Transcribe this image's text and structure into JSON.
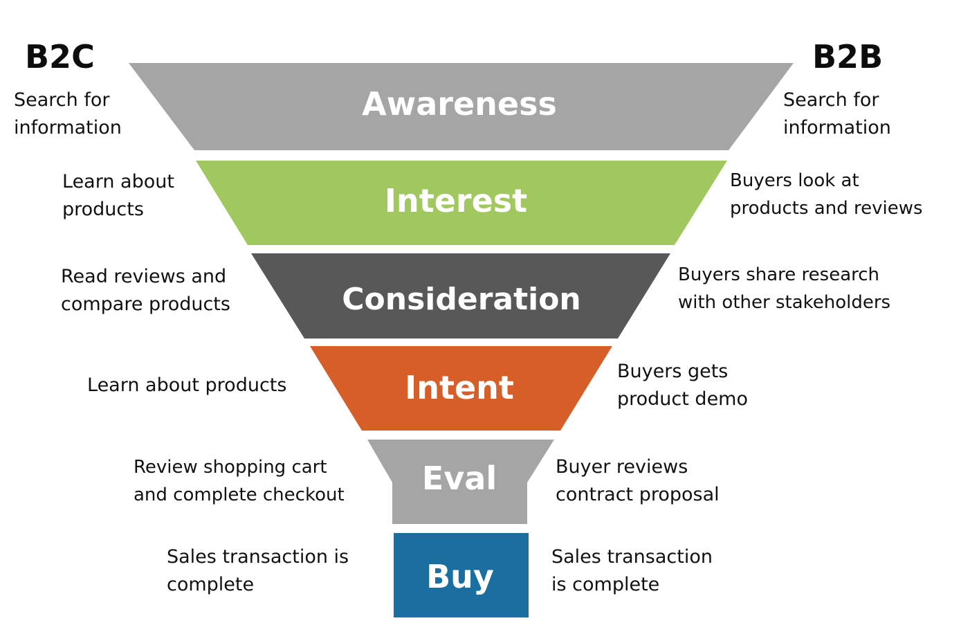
{
  "headings": {
    "b2c": "B2C",
    "b2b": "B2B"
  },
  "stages": [
    {
      "label": "Awareness",
      "color": "#a5a5a5",
      "b2c": "Search for\ninformation",
      "b2b": "Search for\ninformation"
    },
    {
      "label": "Interest",
      "color": "#a1c85e",
      "b2c": "Learn about\nproducts",
      "b2b": "Buyers look at\nproducts and reviews"
    },
    {
      "label": "Consideration",
      "color": "#585858",
      "b2c": "Read reviews and\ncompare products",
      "b2b": "Buyers share research\nwith other stakeholders"
    },
    {
      "label": "Intent",
      "color": "#d65f29",
      "b2c": "Learn about products",
      "b2b": "Buyers gets\nproduct demo"
    },
    {
      "label": "Eval",
      "color": "#a5a5a5",
      "b2c": "Review shopping cart\nand complete checkout",
      "b2b": "Buyer reviews\ncontract proposal"
    },
    {
      "label": "Buy",
      "color": "#1b6fa0",
      "b2c": "Sales transaction is\ncomplete",
      "b2b": "Sales transaction\nis complete"
    }
  ]
}
